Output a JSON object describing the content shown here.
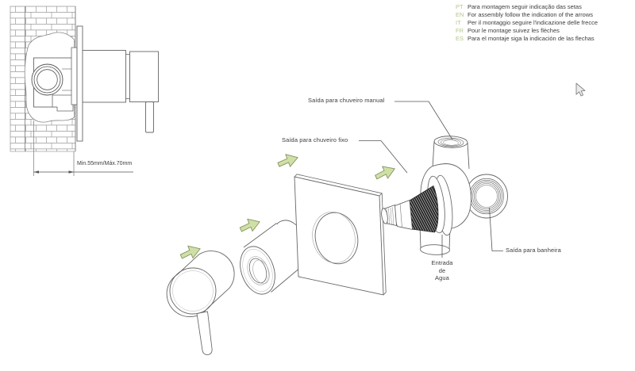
{
  "page": {
    "background": "#ffffff"
  },
  "instructions": {
    "code_color": "#b3c78d",
    "items": [
      {
        "code": "PT",
        "text": "Para montagem seguir indicação das setas"
      },
      {
        "code": "EN",
        "text": "For assembly follow the indication of the arrows"
      },
      {
        "code": "IT",
        "text": "Per il montaggio seguire l'indicazione delle frecce"
      },
      {
        "code": "FR",
        "text": "Pour le montage suivez les flèches"
      },
      {
        "code": "ES",
        "text": "Para el montaje siga la indicación de las flechas"
      }
    ]
  },
  "wall_section": {
    "dimension_label": "Min.55mm/Máx.70mm"
  },
  "exploded_view": {
    "arrow_color": "#cfe0a6",
    "labels": {
      "manual_shower_outlet": "Saída para chuveiro manual",
      "fixed_shower_outlet": "Saída para chuveiro fixo",
      "water_inlet": "Entrada\nde\nAgua",
      "bathtub_outlet": "Saída para banheira"
    }
  }
}
